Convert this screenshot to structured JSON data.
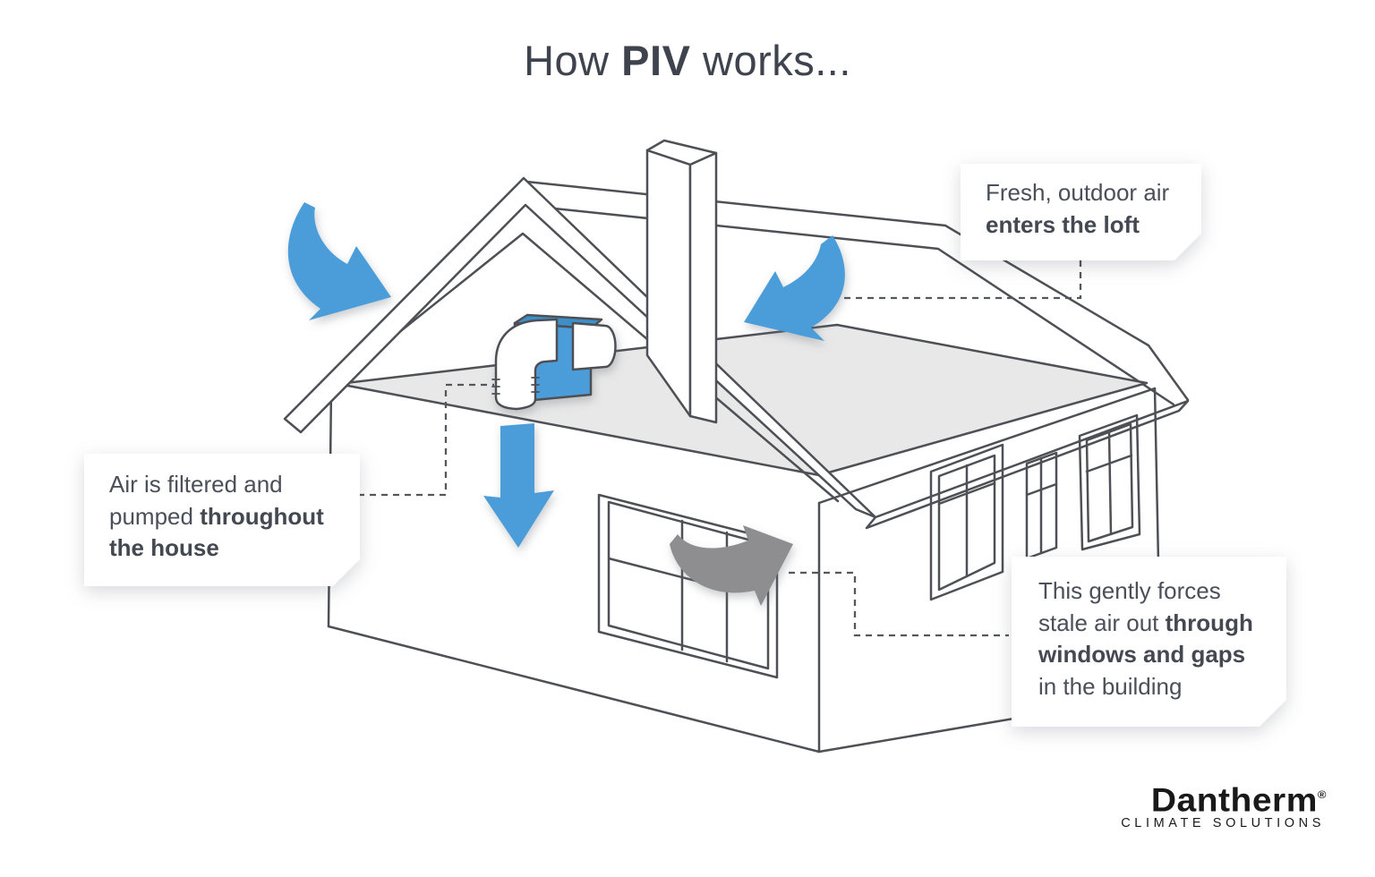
{
  "title": {
    "pre": "How ",
    "bold": "PIV",
    "post": " works..."
  },
  "callouts": {
    "loft": {
      "line1": "Fresh, outdoor air",
      "line2_bold": "enters the loft"
    },
    "filtered": {
      "line1": "Air is filtered and",
      "line2": "pumped ",
      "line2_bold": "throughout",
      "line3_bold": "the house"
    },
    "stale": {
      "line1": "This gently forces",
      "line2": "stale air out ",
      "line2_bold": "through",
      "line3_bold": "windows and gaps",
      "line4": "in the building"
    }
  },
  "logo": {
    "brand": "Dantherm",
    "registered": "®",
    "tagline": "CLIMATE SOLUTIONS"
  },
  "colors": {
    "fresh_air_blue": "#4C9DDA",
    "piv_unit_blue": "#4C9DDA",
    "piv_unit_blue_dark": "#3E8FC9",
    "stale_air_gray": "#8E8E90",
    "loft_floor_gray": "#E8E8E8",
    "line_color": "#4E5055"
  },
  "icons": {
    "fresh_air_arrow_left": "curved-arrow-pointing-down-right",
    "fresh_air_arrow_right": "curved-arrow-pointing-down-left",
    "supply_air_arrow": "straight-arrow-pointing-down",
    "stale_air_arrow": "curved-arrow-pointing-up-right"
  }
}
